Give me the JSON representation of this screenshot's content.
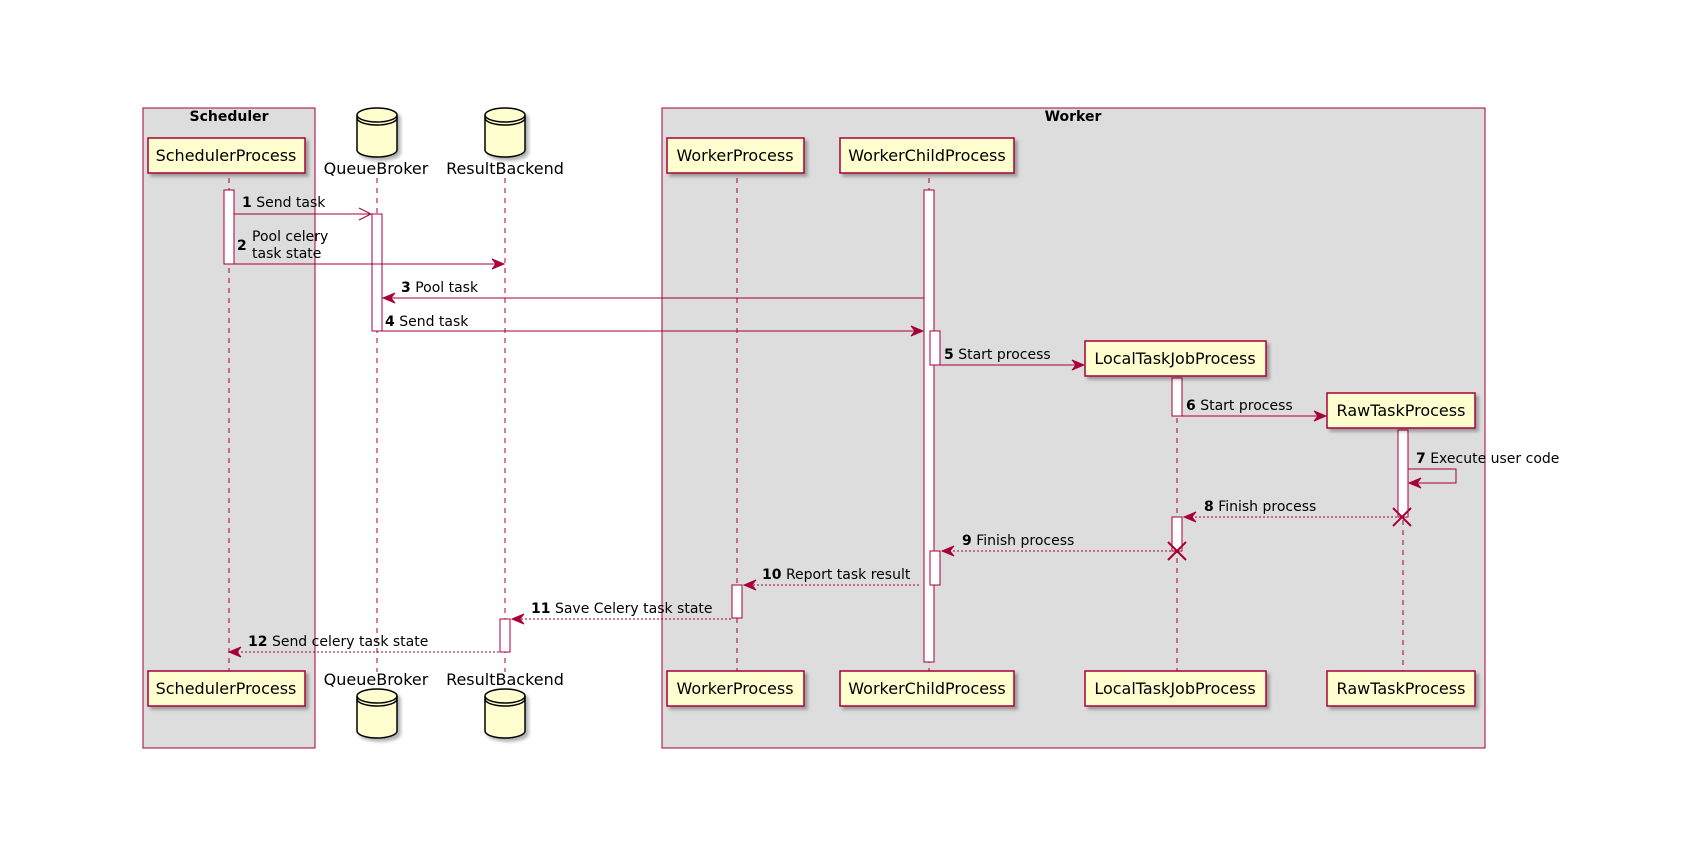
{
  "colors": {
    "border": "#A80036",
    "participant_fill": "#FEFECE",
    "box_fill": "#DDDDDD",
    "lifeline": "#A80036",
    "activation_fill": "#FFFFFF"
  },
  "boxes": [
    {
      "id": "scheduler",
      "title": "Scheduler"
    },
    {
      "id": "worker",
      "title": "Worker"
    }
  ],
  "participants": [
    {
      "id": "scheduler_process",
      "label": "SchedulerProcess",
      "shape": "rectangle"
    },
    {
      "id": "queue_broker",
      "label": "QueueBroker",
      "shape": "database"
    },
    {
      "id": "result_backend",
      "label": "ResultBackend",
      "shape": "database"
    },
    {
      "id": "worker_process",
      "label": "WorkerProcess",
      "shape": "rectangle"
    },
    {
      "id": "worker_child_process",
      "label": "WorkerChildProcess",
      "shape": "rectangle"
    },
    {
      "id": "local_task_job_process",
      "label": "LocalTaskJobProcess",
      "shape": "rectangle"
    },
    {
      "id": "raw_task_process",
      "label": "RawTaskProcess",
      "shape": "rectangle"
    }
  ],
  "messages": [
    {
      "num": "1",
      "text": "Send task",
      "from": "scheduler_process",
      "to": "queue_broker",
      "style": "async-solid"
    },
    {
      "num": "2",
      "text": "Pool celery",
      "text2": "task state",
      "from": "scheduler_process",
      "to": "result_backend",
      "style": "solid"
    },
    {
      "num": "3",
      "text": "Pool task",
      "from": "worker_child_process",
      "to": "queue_broker",
      "style": "solid"
    },
    {
      "num": "4",
      "text": "Send task",
      "from": "queue_broker",
      "to": "worker_child_process",
      "style": "solid"
    },
    {
      "num": "5",
      "text": "Start process",
      "from": "worker_child_process",
      "to": "local_task_job_process",
      "style": "create"
    },
    {
      "num": "6",
      "text": "Start process",
      "from": "local_task_job_process",
      "to": "raw_task_process",
      "style": "create"
    },
    {
      "num": "7",
      "text": "Execute user code",
      "from": "raw_task_process",
      "to": "raw_task_process",
      "style": "self"
    },
    {
      "num": "8",
      "text": "Finish process",
      "from": "raw_task_process",
      "to": "local_task_job_process",
      "style": "dashed"
    },
    {
      "num": "9",
      "text": "Finish process",
      "from": "local_task_job_process",
      "to": "worker_child_process",
      "style": "dashed"
    },
    {
      "num": "10",
      "text": "Report task result",
      "from": "worker_child_process",
      "to": "worker_process",
      "style": "dashed"
    },
    {
      "num": "11",
      "text": "Save Celery task state",
      "from": "worker_process",
      "to": "result_backend",
      "style": "dashed"
    },
    {
      "num": "12",
      "text": "Send celery task state",
      "from": "result_backend",
      "to": "scheduler_process",
      "style": "dashed"
    }
  ]
}
